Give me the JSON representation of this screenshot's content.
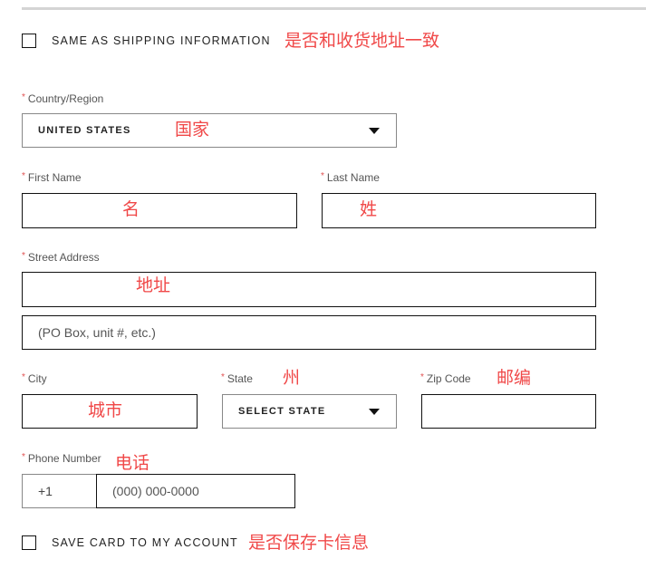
{
  "top_divider": true,
  "same_as_shipping": {
    "label": "SAME AS SHIPPING INFORMATION",
    "checked": false,
    "note": "是否和收货地址一致"
  },
  "country": {
    "label": "Country/Region",
    "required": "*",
    "value": "UNITED STATES",
    "note": "国家"
  },
  "first_name": {
    "label": "First Name",
    "required": "*",
    "value": "",
    "note": "名"
  },
  "last_name": {
    "label": "Last Name",
    "required": "*",
    "value": "",
    "note": "姓"
  },
  "street_address": {
    "label": "Street Address",
    "required": "*",
    "line1_value": "",
    "line1_note": "地址",
    "line2_placeholder": "(PO Box, unit #, etc.)"
  },
  "city": {
    "label": "City",
    "required": "*",
    "value": "",
    "note": "城市"
  },
  "state": {
    "label": "State",
    "required": "*",
    "value": "SELECT STATE",
    "note": "州"
  },
  "zip": {
    "label": "Zip Code",
    "required": "*",
    "value": "",
    "note": "邮编"
  },
  "phone": {
    "label": "Phone Number",
    "required": "*",
    "country_code": "+1",
    "placeholder": "(000) 000-0000",
    "note": "电话"
  },
  "save_card": {
    "label": "SAVE CARD TO MY ACCOUNT",
    "checked": false,
    "note": "是否保存卡信息"
  },
  "colors": {
    "annotation": "#f04848",
    "required_asterisk": "#e05050",
    "border_dark": "#111111",
    "border_select": "#888888",
    "divider": "#d4d4d4"
  }
}
